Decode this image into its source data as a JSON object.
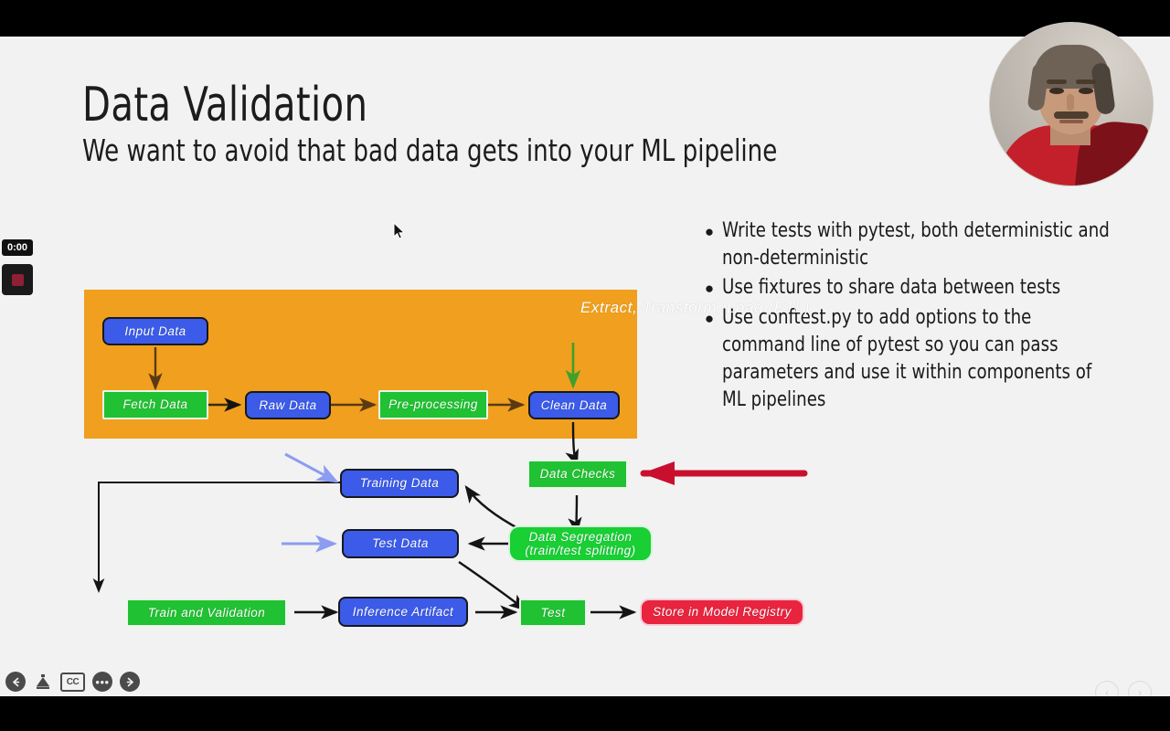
{
  "slide": {
    "title": "Data Validation",
    "subtitle": "We want to avoid that bad data gets into your ML pipeline",
    "bullets": [
      "Write tests with pytest, both deterministic and non-deterministic",
      "Use fixtures to share data between tests",
      "Use conftest.py to add options to the command line of pytest so you can pass parameters and use it within components of ML pipelines"
    ],
    "bullet_marker": "●"
  },
  "diagram": {
    "etl_label": "Extract, Transform, Load (ETL)",
    "nodes": {
      "input_data": "Input Data",
      "fetch_data": "Fetch Data",
      "raw_data": "Raw Data",
      "pre_processing": "Pre-processing",
      "clean_data": "Clean Data",
      "data_checks": "Data Checks",
      "data_segregation": "Data Segregation\n(train/test splitting)",
      "data_segregation_line1": "Data Segregation",
      "data_segregation_line2": "(train/test splitting)",
      "training_data": "Training Data",
      "test_data": "Test Data",
      "train_and_validation": "Train and Validation",
      "inference_artifact": "Inference Artifact",
      "test": "Test",
      "store_in_model_registry": "Store in Model Registry"
    },
    "colors": {
      "etl_panel": "#f0a01e",
      "blue_node": "#3b5be8",
      "green_node": "#20c132",
      "green_round_node": "#18cf34",
      "red_node": "#e8243f",
      "red_annotation_arrow": "#c8102e",
      "blue_annotation_arrow": "#8c9cf0",
      "green_arrow": "#3fa02c",
      "black_arrow": "#141414",
      "brown_arrow": "#5b3a13"
    }
  },
  "recorder": {
    "timer": "0:00",
    "stop_icon": "stop-square"
  },
  "controls": {
    "items": [
      {
        "name": "back-arrow-icon",
        "glyph": "←"
      },
      {
        "name": "pen-tool-icon",
        "glyph": ""
      },
      {
        "name": "closed-captions-icon",
        "glyph": "CC"
      },
      {
        "name": "more-options-icon",
        "glyph": "•••"
      },
      {
        "name": "forward-arrow-icon",
        "glyph": "→"
      }
    ]
  },
  "slide_nav": {
    "prev": "‹",
    "next": "›"
  },
  "webcam": {
    "label": "presenter-webcam"
  }
}
